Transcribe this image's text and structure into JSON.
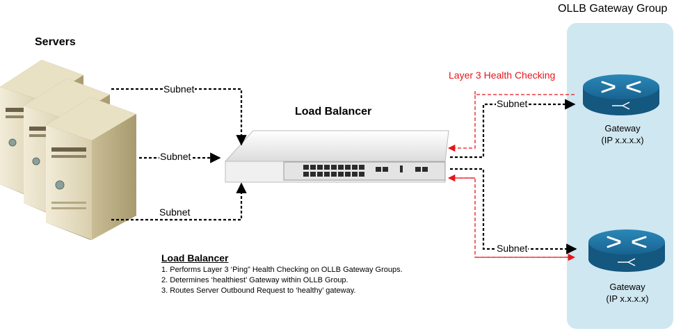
{
  "group": {
    "title": "OLLB Gateway Group"
  },
  "servers": {
    "title": "Servers"
  },
  "load_balancer": {
    "title": "Load Balancer"
  },
  "health_check": {
    "label": "Layer 3 Health Checking"
  },
  "subnets": {
    "server_top": "Subnet",
    "server_mid": "Subnet",
    "server_bot": "Subnet",
    "gateway_top": "Subnet",
    "gateway_bot": "Subnet"
  },
  "gateways": [
    {
      "name": "Gateway",
      "ip": "(IP x.x.x.x)"
    },
    {
      "name": "Gateway",
      "ip": "(IP x.x.x.x)"
    }
  ],
  "notes": {
    "title": "Load Balancer",
    "items": [
      "1. Performs Layer 3 ‘Ping” Health Checking on OLLB Gateway Groups.",
      "2. Determines ‘healthiest’ Gateway within OLLB Group.",
      "3. Routes Server Outbound Request to ‘healthy’ gateway."
    ]
  },
  "colors": {
    "health_check": "#e8141b",
    "gateway_panel": "#cfe7f1",
    "router": "#1e6f9b"
  }
}
